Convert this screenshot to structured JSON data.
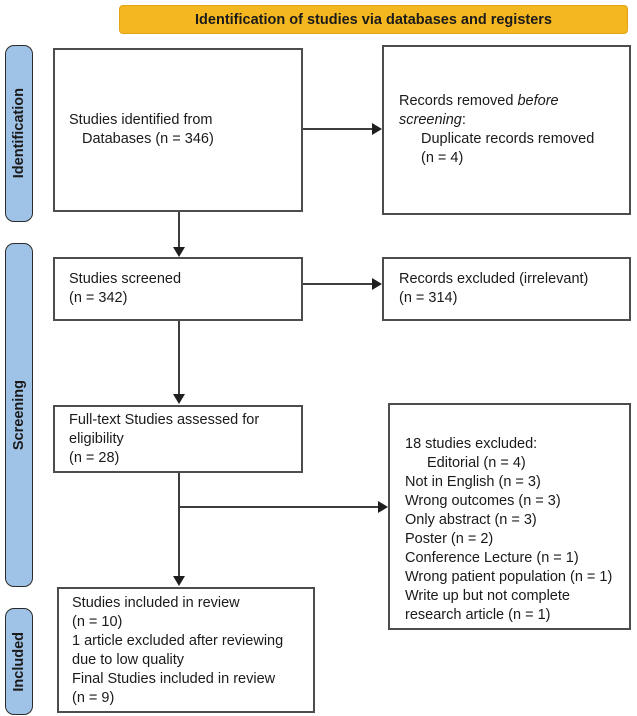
{
  "header": {
    "title": "Identification of studies via databases and registers"
  },
  "colors": {
    "header_bg": "#F5B71F",
    "stage_bg": "#9FC3E6",
    "box_border": "#4d4d4d",
    "arrow": "#3d3d3d"
  },
  "stages": {
    "identification": "Identification",
    "screening": "Screening",
    "included": "Included"
  },
  "boxes": {
    "identified": {
      "line1": "Studies identified from",
      "line2": "Databases (n = 346)"
    },
    "removed": {
      "line1_pre": "Records removed ",
      "line1_italic": "before",
      "line2_italic": "screening",
      "line2_post": ":",
      "line3": "Duplicate records removed",
      "line4": "(n = 4)"
    },
    "screened": {
      "line1": "Studies screened",
      "line2": "(n = 342)"
    },
    "excluded_irrelevant": {
      "line1": "Records excluded (irrelevant)",
      "line2": "(n = 314)"
    },
    "fulltext": {
      "line1": "Full-text Studies assessed for",
      "line2": "eligibility",
      "line3": "(n = 28)"
    },
    "excluded18": {
      "title": "18 studies excluded:",
      "items": [
        "Editorial (n = 4)",
        "Not in English (n = 3)",
        "Wrong outcomes (n = 3)",
        "Only abstract (n = 3)",
        "Poster (n = 2)",
        "Conference Lecture (n = 1)",
        "Wrong patient population (n = 1)",
        "Write up but not complete",
        "research article (n = 1)"
      ]
    },
    "included": {
      "line1": "Studies included in review",
      "line2": "(n = 10)",
      "line3": "1 article excluded after reviewing",
      "line4": "due to low quality",
      "line5": "Final Studies included in review",
      "line6": "(n = 9)"
    }
  }
}
